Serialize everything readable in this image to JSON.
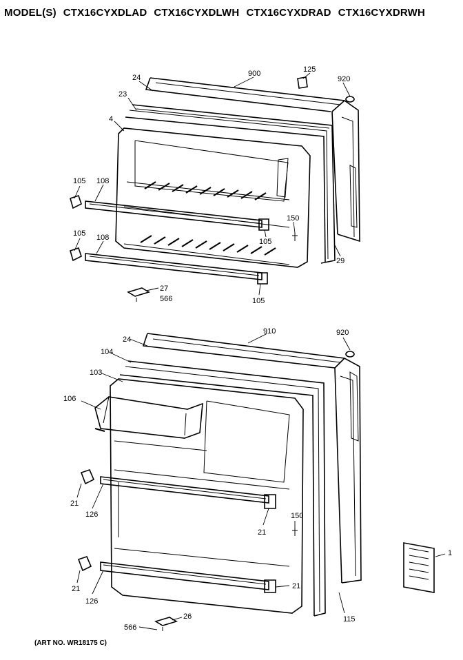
{
  "header": {
    "prefix": "MODEL(S)",
    "models": [
      "CTX16CYXDLAD",
      "CTX16CYXDLWH",
      "CTX16CYXDRAD",
      "CTX16CYXDRWH"
    ]
  },
  "art_number": "(ART NO. WR18175 C)",
  "callouts": {
    "top": {
      "c900": "900",
      "c125": "125",
      "c920": "920",
      "c24": "24",
      "c23": "23",
      "c4": "4",
      "c105a": "105",
      "c108a": "108",
      "c105b": "105",
      "c108b": "108",
      "c150": "150",
      "c105c": "105",
      "c29": "29",
      "c27": "27",
      "c566": "566",
      "c105d": "105"
    },
    "bottom": {
      "c910": "910",
      "c920": "920",
      "c24": "24",
      "c104": "104",
      "c103": "103",
      "c106": "106",
      "c21a": "21",
      "c126a": "126",
      "c21b": "21",
      "c150": "150",
      "c21c": "21",
      "c126b": "126",
      "c21d": "21",
      "c115": "115",
      "c566": "566",
      "c26": "26",
      "c1": "1"
    }
  }
}
